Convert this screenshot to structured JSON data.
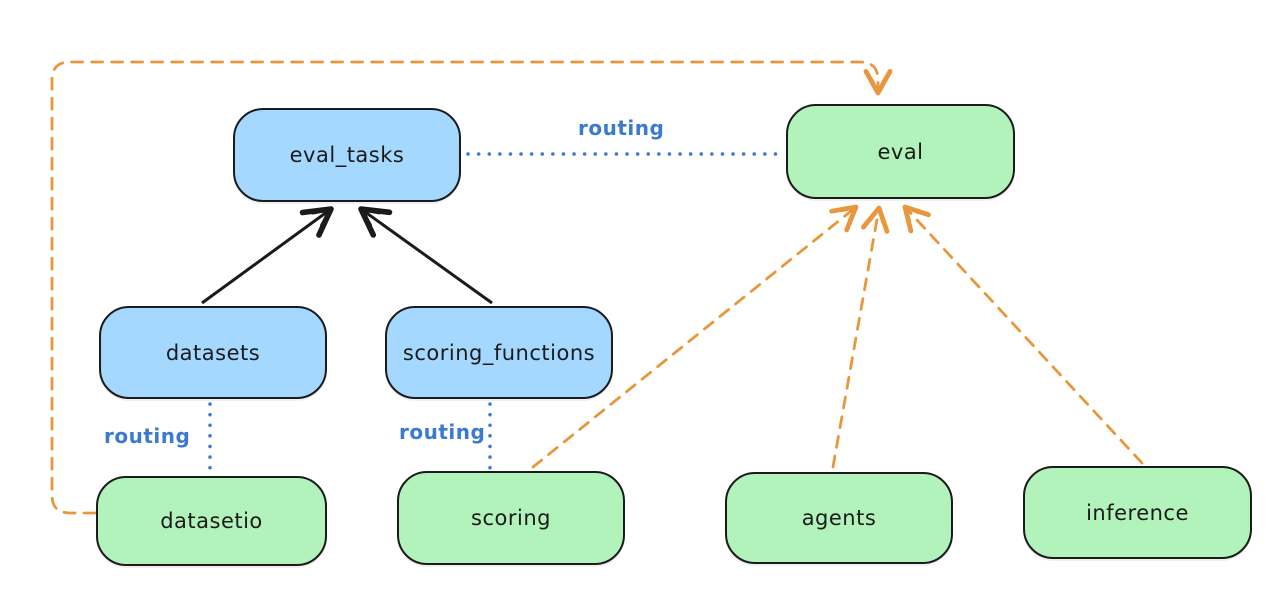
{
  "diagram": {
    "nodes": {
      "eval_tasks": {
        "label": "eval_tasks",
        "fill": "#a5d8ff"
      },
      "eval": {
        "label": "eval",
        "fill": "#b2f2bb"
      },
      "datasets": {
        "label": "datasets",
        "fill": "#a5d8ff"
      },
      "scoring_functions": {
        "label": "scoring_functions",
        "fill": "#a5d8ff"
      },
      "datasetio": {
        "label": "datasetio",
        "fill": "#b2f2bb"
      },
      "scoring": {
        "label": "scoring",
        "fill": "#b2f2bb"
      },
      "agents": {
        "label": "agents",
        "fill": "#b2f2bb"
      },
      "inference": {
        "label": "inference",
        "fill": "#b2f2bb"
      }
    },
    "edge_labels": {
      "eval_tasks_to_eval": "routing",
      "datasets_to_datasetio": "routing",
      "scoring_functions_to_scoring": "routing"
    },
    "edges": [
      {
        "from": "datasets",
        "to": "eval_tasks",
        "style": "solid-black-arrow"
      },
      {
        "from": "scoring_functions",
        "to": "eval_tasks",
        "style": "solid-black-arrow"
      },
      {
        "from": "eval_tasks",
        "to": "eval",
        "style": "dotted-blue",
        "label": "routing"
      },
      {
        "from": "datasets",
        "to": "datasetio",
        "style": "dotted-blue",
        "label": "routing"
      },
      {
        "from": "scoring_functions",
        "to": "scoring",
        "style": "dotted-blue",
        "label": "routing"
      },
      {
        "from": "datasetio",
        "to": "eval",
        "style": "dashed-orange-arrow"
      },
      {
        "from": "scoring",
        "to": "eval",
        "style": "dashed-orange-arrow"
      },
      {
        "from": "agents",
        "to": "eval",
        "style": "dashed-orange-arrow"
      },
      {
        "from": "inference",
        "to": "eval",
        "style": "dashed-orange-arrow"
      }
    ],
    "colors": {
      "node_blue_fill": "#a5d8ff",
      "node_green_fill": "#b2f2bb",
      "node_border": "#1b1b1b",
      "black_arrow": "#1b1b1b",
      "orange_dashed": "#e8973c",
      "blue_routing": "#3b7ad1",
      "background": "#ffffff"
    }
  }
}
